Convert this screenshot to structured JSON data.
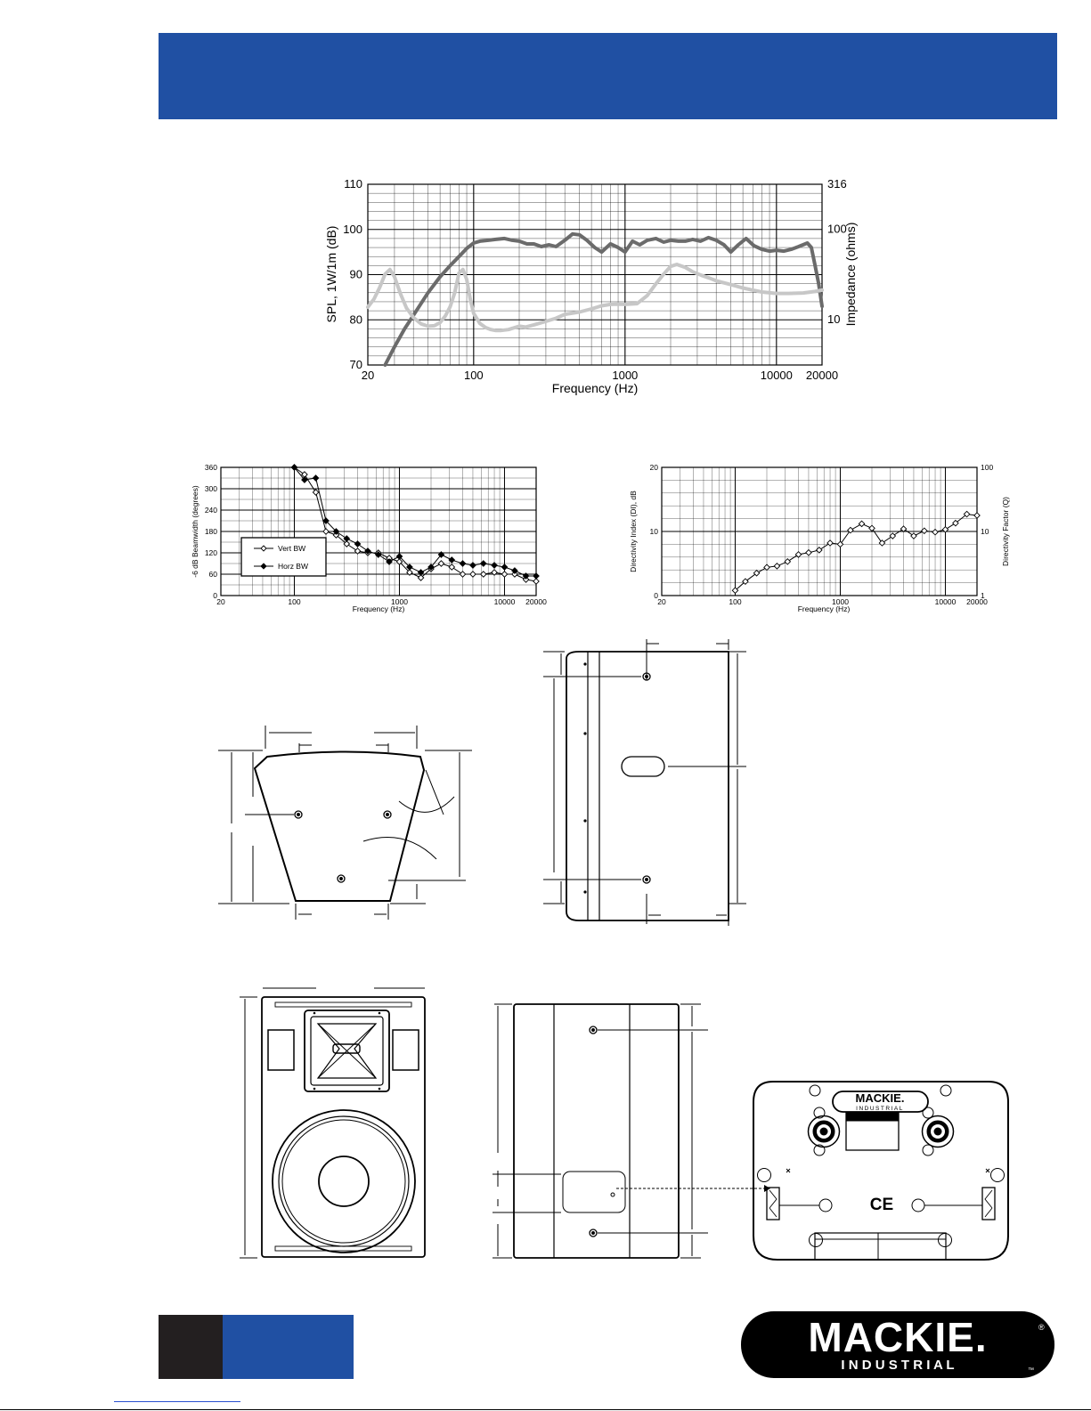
{
  "chart_data": [
    {
      "type": "line",
      "xlabel": "Frequency (Hz)",
      "ylabel": "SPL, 1W/1m (dB)",
      "y2label": "Impedance (ohms)",
      "xscale": "log",
      "y2scale": "log",
      "xlim": [
        20,
        20000
      ],
      "ylim": [
        70,
        110
      ],
      "y2lim": [
        3.16,
        316
      ],
      "xticks": [
        "20",
        "100",
        "1000",
        "10000",
        "20000"
      ],
      "yticks": [
        "70",
        "80",
        "90",
        "100",
        "110"
      ],
      "y2ticks": [
        "10",
        "100",
        "316"
      ],
      "grid": true,
      "series": [
        {
          "color": "#6b6b6b",
          "axis": "left",
          "x": [
            26,
            30,
            35,
            40,
            50,
            60,
            70,
            80,
            90,
            100,
            110,
            125,
            140,
            160,
            180,
            200,
            225,
            250,
            280,
            315,
            350,
            400,
            450,
            500,
            560,
            630,
            700,
            800,
            900,
            1000,
            1120,
            1250,
            1400,
            1600,
            1800,
            2000,
            2250,
            2500,
            2800,
            3150,
            3550,
            4000,
            4500,
            5000,
            5600,
            6300,
            7100,
            8000,
            9000,
            10000,
            11200,
            12500,
            14000,
            16000,
            17000,
            18000,
            19000,
            20000
          ],
          "y": [
            70,
            74,
            78,
            81,
            86,
            89.5,
            92,
            94,
            95.8,
            97,
            97.4,
            97.6,
            97.8,
            98.0,
            97.6,
            97.4,
            96.8,
            96.8,
            96.2,
            96.6,
            96.2,
            97.6,
            99.0,
            98.8,
            97.6,
            96.0,
            95.0,
            96.8,
            96.0,
            95.0,
            97.4,
            96.6,
            97.6,
            98.0,
            97.2,
            97.6,
            97.4,
            97.4,
            97.8,
            97.4,
            98.2,
            97.6,
            96.6,
            95.0,
            96.6,
            98.0,
            96.4,
            95.6,
            95.2,
            95.4,
            95.2,
            95.6,
            96.2,
            97.0,
            96.0,
            92.0,
            88.0,
            83.0
          ]
        },
        {
          "color": "#c7c7c7",
          "axis": "right",
          "x": [
            20,
            22,
            24,
            26,
            28,
            30,
            33,
            36,
            40,
            45,
            50,
            55,
            60,
            65,
            70,
            75,
            80,
            85,
            90,
            95,
            100,
            110,
            120,
            130,
            140,
            150,
            170,
            200,
            220,
            250,
            300,
            350,
            400,
            500,
            600,
            700,
            800,
            900,
            1000,
            1200,
            1400,
            1600,
            1800,
            2000,
            2200,
            2500,
            2800,
            3200,
            3600,
            4000,
            5000,
            6000,
            7000,
            8000,
            10000,
            12000,
            15000,
            18000,
            20000
          ],
          "y": [
            13.8,
            17,
            23,
            32,
            36,
            30,
            19,
            13.5,
            10.6,
            9,
            8.5,
            8.6,
            9.3,
            11,
            14,
            20,
            33,
            36,
            28,
            17,
            11.8,
            9.1,
            8.2,
            7.8,
            7.6,
            7.6,
            7.8,
            8.5,
            8.3,
            8.8,
            9.6,
            10.4,
            11.5,
            12.2,
            13.2,
            14.3,
            14.8,
            14.9,
            14.8,
            15.1,
            18.5,
            25,
            32,
            39,
            41,
            38,
            34,
            31,
            29,
            27,
            24.5,
            22.5,
            21.3,
            20.3,
            19.6,
            19.6,
            19.8,
            20.6,
            21.3
          ]
        }
      ]
    },
    {
      "type": "line",
      "xlabel": "Frequency (Hz)",
      "ylabel": "-6 dB Beamwidth (degrees)",
      "xscale": "log",
      "xlim": [
        20,
        20000
      ],
      "ylim": [
        0,
        360
      ],
      "xticks": [
        "20",
        "100",
        "1000",
        "10000",
        "20000"
      ],
      "yticks": [
        "0",
        "60",
        "120",
        "180",
        "240",
        "300",
        "360"
      ],
      "grid": true,
      "legend": "lower-left",
      "series": [
        {
          "name": "Vert BW",
          "marker": "open-diamond",
          "x": [
            100,
            125,
            160,
            200,
            250,
            315,
            400,
            500,
            630,
            800,
            1000,
            1250,
            1600,
            2000,
            2500,
            3150,
            4000,
            5000,
            6300,
            8000,
            10000,
            12500,
            16000,
            20000
          ],
          "y": [
            360,
            340,
            290,
            180,
            170,
            145,
            125,
            120,
            120,
            105,
            95,
            65,
            50,
            75,
            90,
            80,
            60,
            60,
            60,
            65,
            60,
            60,
            45,
            40
          ]
        },
        {
          "name": "Horz BW",
          "marker": "filled-diamond",
          "x": [
            100,
            125,
            160,
            200,
            250,
            315,
            400,
            500,
            630,
            800,
            1000,
            1250,
            1600,
            2000,
            2500,
            3150,
            4000,
            5000,
            6300,
            8000,
            10000,
            12500,
            16000,
            20000
          ],
          "y": [
            360,
            325,
            330,
            210,
            180,
            160,
            145,
            125,
            115,
            95,
            110,
            80,
            65,
            80,
            115,
            100,
            90,
            85,
            90,
            85,
            80,
            70,
            55,
            55
          ]
        }
      ]
    },
    {
      "type": "line",
      "xlabel": "Frequency (Hz)",
      "ylabel": "Directivity Index (DI), dB",
      "y2label": "Directivity Factor (Q)",
      "xscale": "log",
      "y2scale": "log",
      "xlim": [
        20,
        20000
      ],
      "ylim": [
        0,
        20
      ],
      "y2lim": [
        1,
        100
      ],
      "xticks": [
        "20",
        "100",
        "1000",
        "10000",
        "20000"
      ],
      "yticks": [
        "0",
        "10",
        "20"
      ],
      "y2ticks": [
        "1",
        "10",
        "100"
      ],
      "grid": true,
      "series": [
        {
          "marker": "open-diamond",
          "x": [
            100,
            125,
            160,
            200,
            250,
            315,
            400,
            500,
            630,
            800,
            1000,
            1250,
            1600,
            2000,
            2500,
            3150,
            4000,
            5000,
            6300,
            8000,
            10000,
            12500,
            16000,
            20000
          ],
          "y": [
            0.8,
            2.2,
            3.5,
            4.4,
            4.6,
            5.3,
            6.4,
            6.7,
            7.1,
            8.2,
            8.0,
            10.2,
            11.2,
            10.5,
            8.2,
            9.3,
            10.4,
            9.3,
            10.1,
            9.9,
            10.3,
            11.3,
            12.7,
            12.5
          ]
        }
      ]
    }
  ],
  "control_panel": {
    "brand": "MACKIE.",
    "brand_sub": "INDUSTRIAL",
    "mark": "CE"
  },
  "footer": {
    "logo_main": "MACKIE.",
    "logo_sub": "I N D U S T R I A L",
    "registered": "®",
    "tm": "™"
  }
}
